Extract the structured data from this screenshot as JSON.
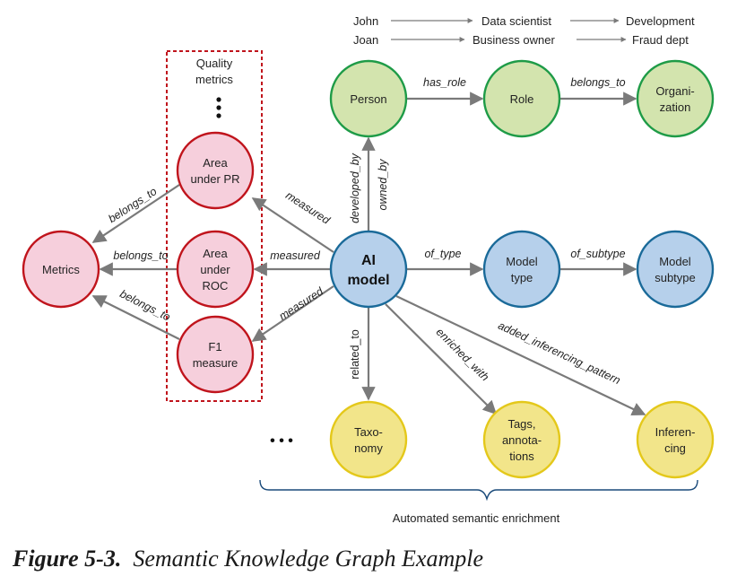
{
  "legend": {
    "rows": [
      {
        "person": "John",
        "role": "Data scientist",
        "organization": "Development"
      },
      {
        "person": "Joan",
        "role": "Business owner",
        "organization": "Fraud dept"
      }
    ]
  },
  "quality_metrics": {
    "title_line1": "Quality",
    "title_line2": "metrics",
    "ellipsis": "⋮"
  },
  "colors": {
    "green_fill": "#d3e4ae",
    "green_stroke": "#1e9b47",
    "red_fill": "#f6cfdc",
    "red_stroke": "#c0141c",
    "blue_fill": "#b6d0eb",
    "blue_stroke": "#1a6a99",
    "yellow_fill": "#f2e58a",
    "yellow_stroke": "#e4c81a",
    "edge": "#7a7a7a",
    "dashed_box": "#c0141c",
    "brace": "#1a4a7a"
  },
  "nodes": {
    "person": {
      "lines": [
        "Person"
      ]
    },
    "role": {
      "lines": [
        "Role"
      ]
    },
    "organization": {
      "lines": [
        "Organi-",
        "zation"
      ]
    },
    "ai_model": {
      "lines": [
        "AI",
        "model"
      ]
    },
    "model_type": {
      "lines": [
        "Model",
        "type"
      ]
    },
    "model_subtype": {
      "lines": [
        "Model",
        "subtype"
      ]
    },
    "area_under_pr": {
      "lines": [
        "Area",
        "under PR"
      ]
    },
    "area_under_roc": {
      "lines": [
        "Area",
        "under",
        "ROC"
      ]
    },
    "f1_measure": {
      "lines": [
        "F1",
        "measure"
      ]
    },
    "metrics": {
      "lines": [
        "Metrics"
      ]
    },
    "taxonomy": {
      "lines": [
        "Taxo-",
        "nomy"
      ]
    },
    "tags": {
      "lines": [
        "Tags,",
        "annota-",
        "tions"
      ]
    },
    "inferencing": {
      "lines": [
        "Inferen-",
        "cing"
      ]
    }
  },
  "edges": {
    "has_role": "has_role",
    "belongs_to_org": "belongs_to",
    "developed_by": "developed_by",
    "owned_by": "owned_by",
    "of_type": "of_type",
    "of_subtype": "of_subtype",
    "measured_pr": "measured",
    "measured_roc": "measured",
    "measured_f1": "measured",
    "belongs_to_pr": "belongs_to",
    "belongs_to_roc": "belongs_to",
    "belongs_to_f1": "belongs_to",
    "related_to": "related_to",
    "enriched_with": "enriched_with",
    "added_inferencing_pattern": "added_inferencing_pattern"
  },
  "more_ellipsis": "• • •",
  "enrichment_label": "Automated semantic enrichment",
  "caption": {
    "figure_label": "Figure 5-3.",
    "title": "Semantic Knowledge Graph Example"
  }
}
